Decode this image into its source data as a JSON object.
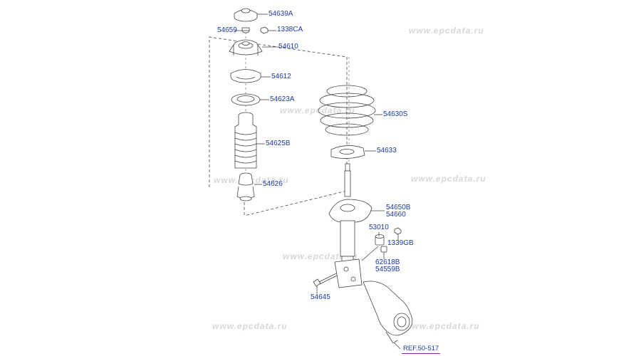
{
  "colors": {
    "label": "#1a3aa8",
    "line": "#444444",
    "ref_underline": "#8a2aa8",
    "watermark": "#d7d7d7"
  },
  "watermark_text": "www.epcdata.ru",
  "parts": [
    {
      "id": "54639A",
      "label": "54639A"
    },
    {
      "id": "54659",
      "label": "54659"
    },
    {
      "id": "1338CA",
      "label": "1338CA"
    },
    {
      "id": "54610",
      "label": "54610"
    },
    {
      "id": "54612",
      "label": "54612"
    },
    {
      "id": "54623A",
      "label": "54623A"
    },
    {
      "id": "54625B",
      "label": "54625B"
    },
    {
      "id": "54626",
      "label": "54626"
    },
    {
      "id": "54630S",
      "label": "54630S"
    },
    {
      "id": "54633",
      "label": "54633"
    },
    {
      "id": "54650B",
      "label": "54650B"
    },
    {
      "id": "54660",
      "label": "54660"
    },
    {
      "id": "53010",
      "label": "53010"
    },
    {
      "id": "1339GB",
      "label": "1339GB"
    },
    {
      "id": "62618B",
      "label": "62618B"
    },
    {
      "id": "54559B",
      "label": "54559B"
    },
    {
      "id": "54645",
      "label": "54645"
    }
  ],
  "reference": {
    "label": "REF.50-517"
  }
}
